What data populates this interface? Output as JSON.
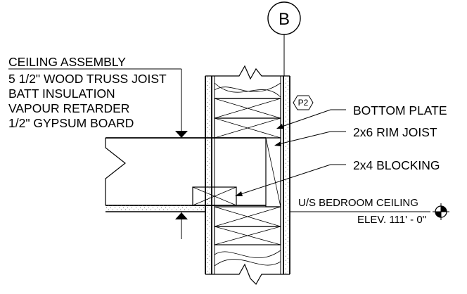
{
  "grid_bubble": {
    "label": "B"
  },
  "ceiling_assembly": {
    "title": "CEILING ASSEMBLY",
    "layers": [
      "5 1/2\" WOOD TRUSS JOIST",
      "BATT INSULATION",
      "VAPOUR RETARDER",
      "1/2\" GYPSUM BOARD"
    ]
  },
  "wall_tag": {
    "label": "P2"
  },
  "callouts": {
    "bottom_plate": "BOTTOM PLATE",
    "rim_joist": "2x6 RIM JOIST",
    "blocking": "2x4 BLOCKING"
  },
  "elevation": {
    "name": "U/S BEDROOM CEILING",
    "value": "ELEV. 111' - 0\""
  }
}
